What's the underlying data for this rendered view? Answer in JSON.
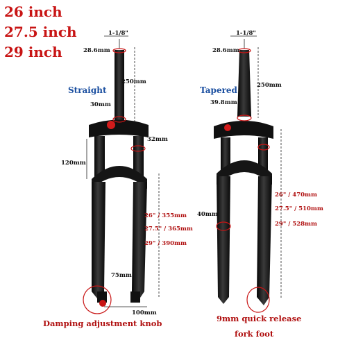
{
  "sizes": [
    "26 inch",
    "27.5 inch",
    "29 inch"
  ],
  "left_fork": {
    "type_label": "Straight",
    "steerer_dia": "1-1/8\"",
    "top_dia": "28.6mm",
    "steerer_len": "250mm",
    "crown_dia": "30mm",
    "stanchion_dia": "32mm",
    "travel": "120mm",
    "lengths": [
      "26\" / 355mm",
      "27.5\" / 365mm",
      "29\" / 390mm"
    ],
    "dropout_h": "75mm",
    "hub_width": "100mm",
    "caption": "Damping adjustment knob"
  },
  "right_fork": {
    "type_label": "Tapered",
    "steerer_dia": "1-1/8\"",
    "top_dia": "28.6mm",
    "steerer_len": "250mm",
    "crown_dia": "39.8mm",
    "leg_dia": "40mm",
    "lengths": [
      "26\" / 470mm",
      "27.5\" / 510mm",
      "29\" / 528mm"
    ],
    "caption_line1": "9mm quick release",
    "caption_line2": "fork foot"
  },
  "colors": {
    "accent_red": "#c81414",
    "label_blue": "#1b4fa0",
    "fork_black": "#1a1a1a"
  }
}
